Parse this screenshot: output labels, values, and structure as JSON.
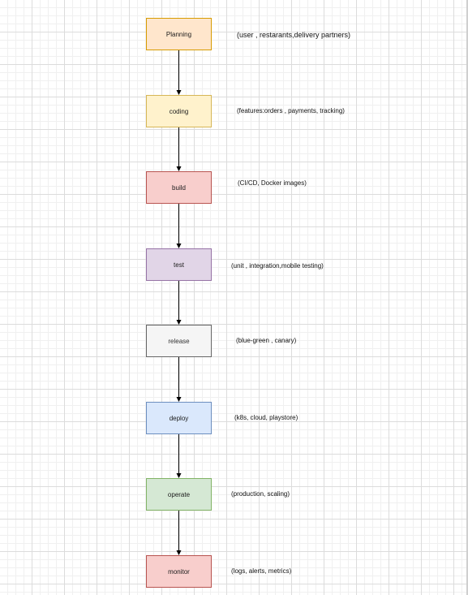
{
  "stages": [
    {
      "id": "planning",
      "label": "Planning",
      "note": "(user , restarants,delivery partners)",
      "fill": "#ffe6cc",
      "stroke": "#d79b00",
      "text_color": "#1a1a1a"
    },
    {
      "id": "coding",
      "label": "coding",
      "note": "(features:orders , payments, tracking)",
      "fill": "#fff2cc",
      "stroke": "#d6b656",
      "text_color": "#1a1a1a"
    },
    {
      "id": "build",
      "label": "build",
      "note": "(CI/CD, Docker images)",
      "fill": "#f8cecc",
      "stroke": "#b85450",
      "text_color": "#1a1a1a"
    },
    {
      "id": "test",
      "label": "test",
      "note": "(unit , integration,mobile testing)",
      "fill": "#e1d5e7",
      "stroke": "#9673a6",
      "text_color": "#1a1a1a"
    },
    {
      "id": "release",
      "label": "release",
      "note": "(blue-green , canary)",
      "fill": "#f5f5f5",
      "stroke": "#666666",
      "text_color": "#333333"
    },
    {
      "id": "deploy",
      "label": "deploy",
      "note": "(k8s, cloud, playstore)",
      "fill": "#dae8fc",
      "stroke": "#6c8ebf",
      "text_color": "#1a1a1a"
    },
    {
      "id": "operate",
      "label": "operate",
      "note": "(production,  scaling)",
      "fill": "#d5e8d4",
      "stroke": "#82b366",
      "text_color": "#1a1a1a"
    },
    {
      "id": "monitor",
      "label": "monitor",
      "note": "(logs, alerts, metrics)",
      "fill": "#f8cecc",
      "stroke": "#b85450",
      "text_color": "#1a1a1a"
    }
  ],
  "colors": {
    "arrow": "#000000",
    "grid_major": "#dcdcdc",
    "grid_minor": "#f0f0f0"
  }
}
